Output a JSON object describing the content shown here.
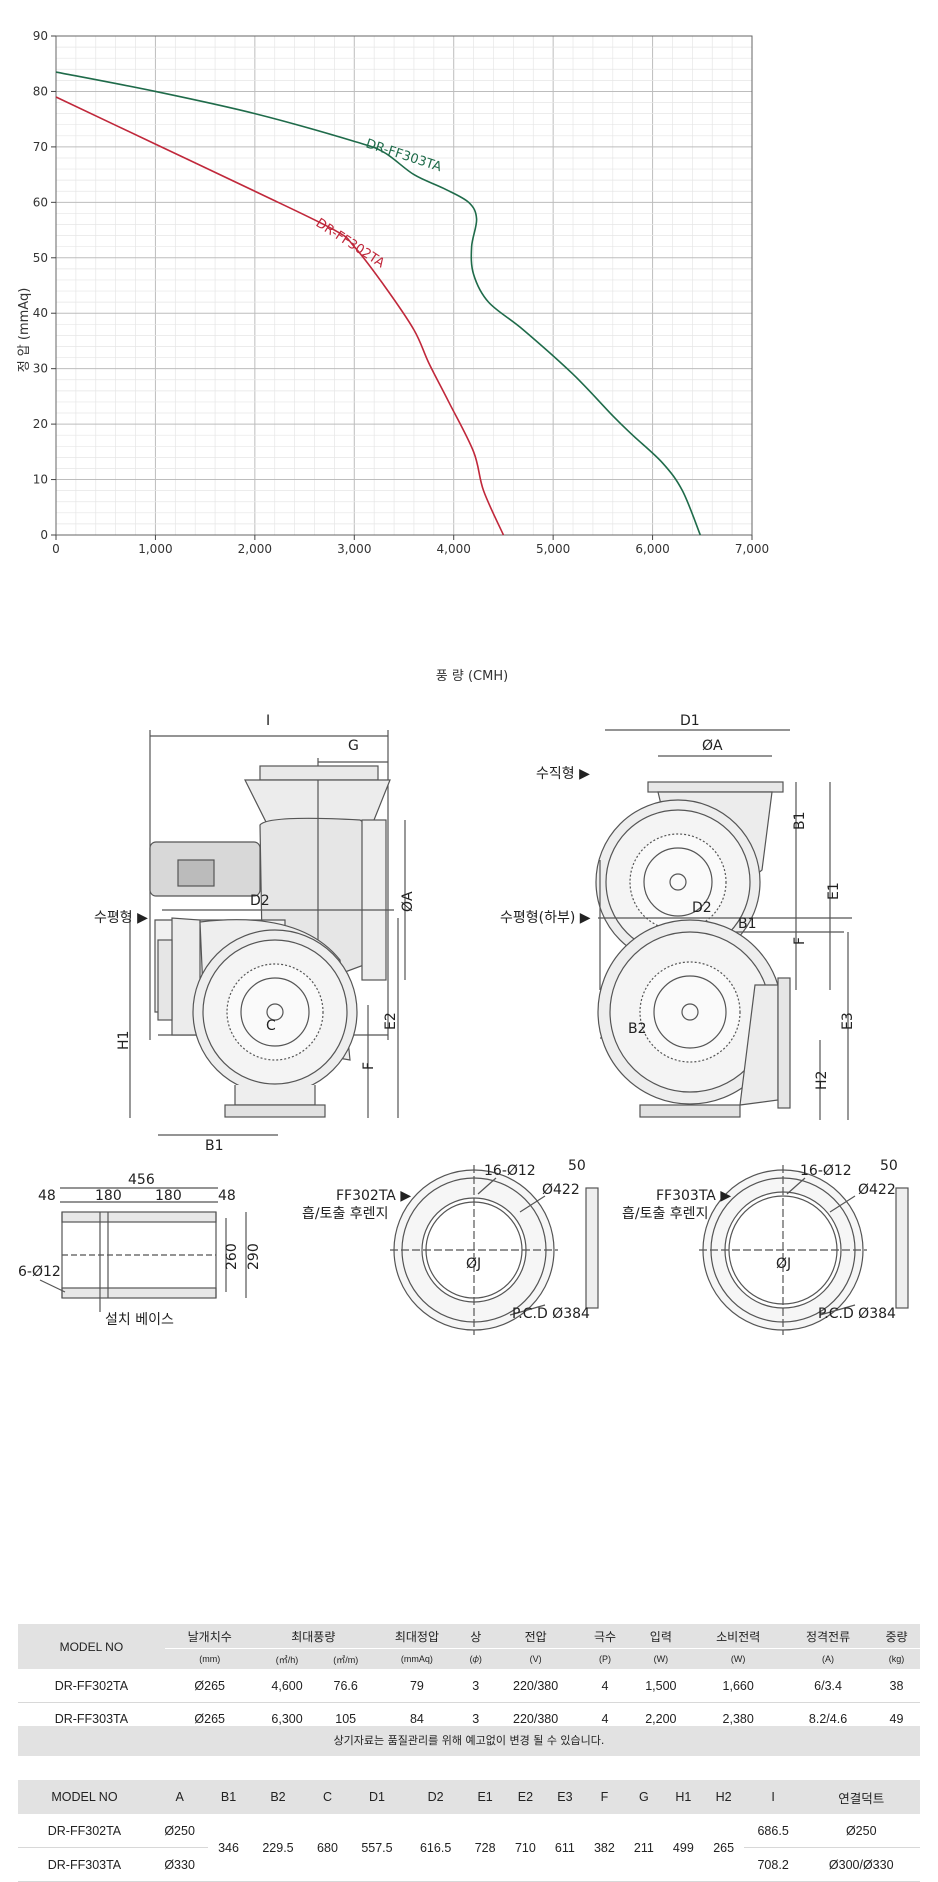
{
  "chart_data": {
    "type": "line",
    "title": "",
    "xlabel": "풍 량 (CMH)",
    "ylabel": "정 압 (mmAq)",
    "xlim": [
      0,
      7000
    ],
    "ylim": [
      0,
      90
    ],
    "x_ticks": [
      "0",
      "1,000",
      "2,000",
      "3,000",
      "4,000",
      "5,000",
      "6,000",
      "7,000"
    ],
    "y_ticks": [
      "0",
      "10",
      "20",
      "30",
      "40",
      "50",
      "60",
      "70",
      "80",
      "90"
    ],
    "grid": true,
    "series": [
      {
        "name": "DR-FF303TA",
        "color": "#1f6b4a",
        "x": [
          0,
          1000,
          2000,
          3000,
          3300,
          3600,
          3900,
          4150,
          4230,
          4180,
          4200,
          4350,
          4700,
          5200,
          5600,
          5800,
          6100,
          6300,
          6480
        ],
        "y": [
          83.5,
          80,
          76,
          71,
          69,
          65,
          62.5,
          60,
          57,
          52,
          47,
          42,
          37,
          29,
          21.5,
          18,
          13,
          8,
          0
        ]
      },
      {
        "name": "DR-FF302TA",
        "color": "#c0283b",
        "x": [
          0,
          1000,
          2000,
          2800,
          3000,
          3300,
          3600,
          3750,
          3950,
          4200,
          4300,
          4500
        ],
        "y": [
          79,
          70.5,
          62,
          55,
          52,
          45,
          37,
          31,
          24,
          15,
          8,
          0
        ]
      }
    ]
  },
  "diagram_labels": {
    "side_view": {
      "I": "I",
      "G": "G",
      "phi_a": "ØA",
      "C": "C"
    },
    "vertical": {
      "title": "수직형 ▶",
      "D1": "D1",
      "phi_a": "ØA",
      "B1": "B1",
      "E1": "E1",
      "F": "F",
      "B2": "B2"
    },
    "horizontal": {
      "title": "수평형 ▶",
      "D2": "D2",
      "E2": "E2",
      "H1": "H1",
      "F": "F",
      "B1": "B1"
    },
    "horizontal_bottom": {
      "title": "수평형(하부) ▶",
      "D2": "D2",
      "B1": "B1",
      "E3": "E3",
      "H2": "H2"
    },
    "base": {
      "w456": "456",
      "w48a": "48",
      "w180a": "180",
      "w180b": "180",
      "w48b": "48",
      "h260": "260",
      "h290": "290",
      "holes": "6-Ø12",
      "caption": "설치 베이스"
    },
    "flange_302": {
      "title1": "FF302TA ▶",
      "title2": "흡/토출 후렌지",
      "holes": "16-Ø12",
      "od": "Ø422",
      "id": "ØJ",
      "pcd": "P.C.D Ø384",
      "thick": "50"
    },
    "flange_303": {
      "title1": "FF303TA ▶",
      "title2": "흡/토출 후렌지",
      "holes": "16-Ø12",
      "od": "Ø422",
      "id": "ØJ",
      "pcd": "P.C.D Ø384",
      "thick": "50"
    }
  },
  "spec_table": {
    "headers": [
      "MODEL NO",
      "날개치수",
      "최대풍량",
      "최대정압",
      "상",
      "전압",
      "극수",
      "입력",
      "소비전력",
      "정격전류",
      "중량"
    ],
    "units": [
      "(mm)",
      "(㎥/h)",
      "(㎥/m)",
      "(mmAq)",
      "(𝜙)",
      "(V)",
      "(P)",
      "(W)",
      "(W)",
      "(A)",
      "(kg)"
    ],
    "rows": [
      [
        "DR-FF302TA",
        "Ø265",
        "4,600",
        "76.6",
        "79",
        "3",
        "220/380",
        "4",
        "1,500",
        "1,660",
        "6/3.4",
        "38"
      ],
      [
        "DR-FF303TA",
        "Ø265",
        "6,300",
        "105",
        "84",
        "3",
        "220/380",
        "4",
        "2,200",
        "2,380",
        "8.2/4.6",
        "49"
      ]
    ],
    "note": "상기자료는 품질관리를 위해 예고없이 변경 될 수 있습니다."
  },
  "dim_table": {
    "headers": [
      "MODEL NO",
      "A",
      "B1",
      "B2",
      "C",
      "D1",
      "D2",
      "E1",
      "E2",
      "E3",
      "F",
      "G",
      "H1",
      "H2",
      "I",
      "연결덕트"
    ],
    "models": [
      "DR-FF302TA",
      "DR-FF303TA"
    ],
    "A": [
      "Ø250",
      "Ø330"
    ],
    "shared": [
      "346",
      "229.5",
      "680",
      "557.5",
      "616.5",
      "728",
      "710",
      "611",
      "382",
      "211",
      "499",
      "265"
    ],
    "I": [
      "686.5",
      "708.2"
    ],
    "duct": [
      "Ø250",
      "Ø300/Ø330"
    ]
  }
}
